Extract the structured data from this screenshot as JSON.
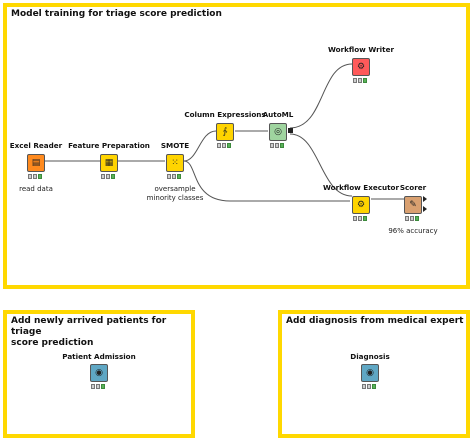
{
  "annotations": {
    "main": "Model training for triage score prediction",
    "patients": "Add newly arrived patients for triage\nscore prediction",
    "diagnosis": "Add diagnosis from medical expert"
  },
  "nodes": {
    "excel_reader": {
      "label": "Excel Reader",
      "comment": "read data",
      "color": "#ff8a1e",
      "icon": "excel-icon"
    },
    "feature_prep": {
      "label": "Feature Preparation",
      "comment": "",
      "color": "#ffd400",
      "icon": "metanode-icon"
    },
    "smote": {
      "label": "SMOTE",
      "comment": "oversample\nminority classes",
      "color": "#ffd400",
      "icon": "scatter-icon"
    },
    "column_expr": {
      "label": "Column Expressions",
      "comment": "",
      "color": "#ffd400",
      "icon": "expression-icon"
    },
    "automl": {
      "label": "AutoML",
      "comment": "",
      "color": "#9fd49f",
      "icon": "automl-icon"
    },
    "workflow_writer": {
      "label": "Workflow Writer",
      "comment": "",
      "color": "#ff5a5a",
      "icon": "workflow-icon"
    },
    "workflow_executor": {
      "label": "Workflow Executor",
      "comment": "",
      "color": "#ffd400",
      "icon": "executor-icon"
    },
    "scorer": {
      "label": "Scorer",
      "comment": "96% accuracy",
      "color": "#d9a070",
      "icon": "scorer-icon"
    },
    "patient_admission": {
      "label": "Patient Admission",
      "comment": "",
      "color": "#5fa7c4",
      "icon": "component-icon"
    },
    "diagnosis": {
      "label": "Diagnosis",
      "comment": "",
      "color": "#5fa7c4",
      "icon": "component-icon"
    }
  }
}
